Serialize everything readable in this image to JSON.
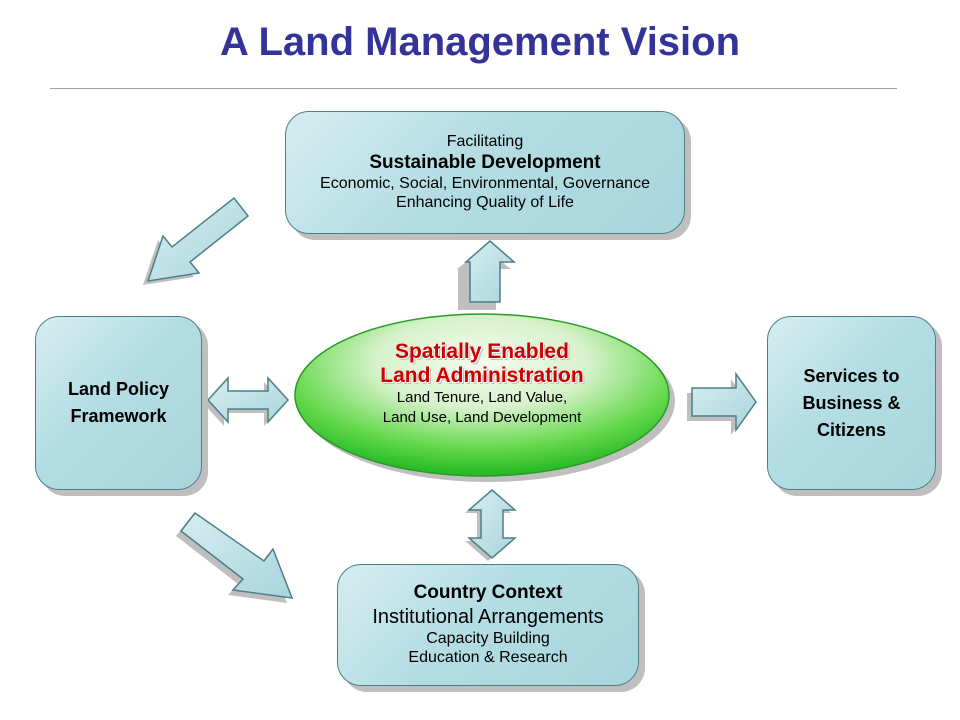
{
  "title": "A Land Management Vision",
  "colors": {
    "title": "#333399",
    "box_fill": "#b3dde3",
    "ellipse_center": "#e8f8e0",
    "ellipse_edge": "#33cc33",
    "emphasis_text": "#cc0000"
  },
  "top_box": {
    "line1": "Facilitating",
    "line2": "Sustainable Development",
    "line3": "Economic, Social, Environmental, Governance",
    "line4": "Enhancing Quality of Life"
  },
  "center": {
    "title1": "Spatially Enabled",
    "title2": "Land Administration",
    "sub1": "Land Tenure, Land Value,",
    "sub2": "Land Use, Land Development"
  },
  "left_box": {
    "line1": "Land Policy",
    "line2": "Framework"
  },
  "right_box": {
    "line1": "Services to",
    "line2": "Business &",
    "line3": "Citizens"
  },
  "bottom_box": {
    "line1": "Country Context",
    "line2": "Institutional Arrangements",
    "line3": "Capacity Building",
    "line4": "Education & Research"
  }
}
